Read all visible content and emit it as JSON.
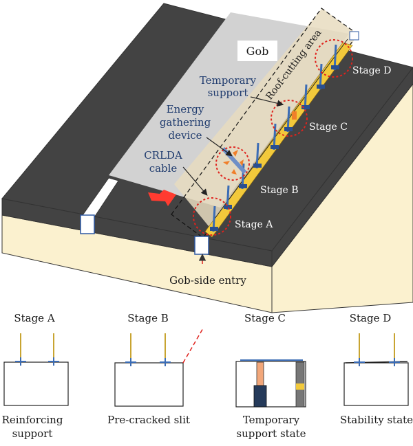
{
  "figure": {
    "labels": {
      "gob": "Gob",
      "roof_cutting_area": "Roof-cutting area",
      "temporary_support": [
        "Temporary",
        "support"
      ],
      "energy_device": [
        "Energy",
        "gathering",
        "device"
      ],
      "crlda_cable": [
        "CRLDA",
        "cable"
      ],
      "stage_a": "Stage A",
      "stage_b": "Stage B",
      "stage_c": "Stage C",
      "stage_d": "Stage D",
      "gob_side_entry": "Gob-side entry"
    },
    "panels": [
      {
        "title": "Stage A",
        "caption": [
          "Reinforcing",
          "support"
        ]
      },
      {
        "title": "Stage B",
        "caption": [
          "Pre-cracked slit"
        ]
      },
      {
        "title": "Stage C",
        "caption": [
          "Temporary",
          "support state"
        ]
      },
      {
        "title": "Stage D",
        "caption": [
          "Stability state"
        ]
      }
    ],
    "colors": {
      "rock_dark": "#434343",
      "rock_light": "#fbf1cf",
      "gob_gray": "#d2d2d2",
      "roof_zone": "#e8dcc0",
      "yellow_band": "#f2c93b",
      "blue_support": "#3b6cb5",
      "red_circle": "#e0231e",
      "arrow_red": "#ff3b30",
      "orange_device": "#f07f2a",
      "cable_gold": "#c8a431"
    }
  }
}
